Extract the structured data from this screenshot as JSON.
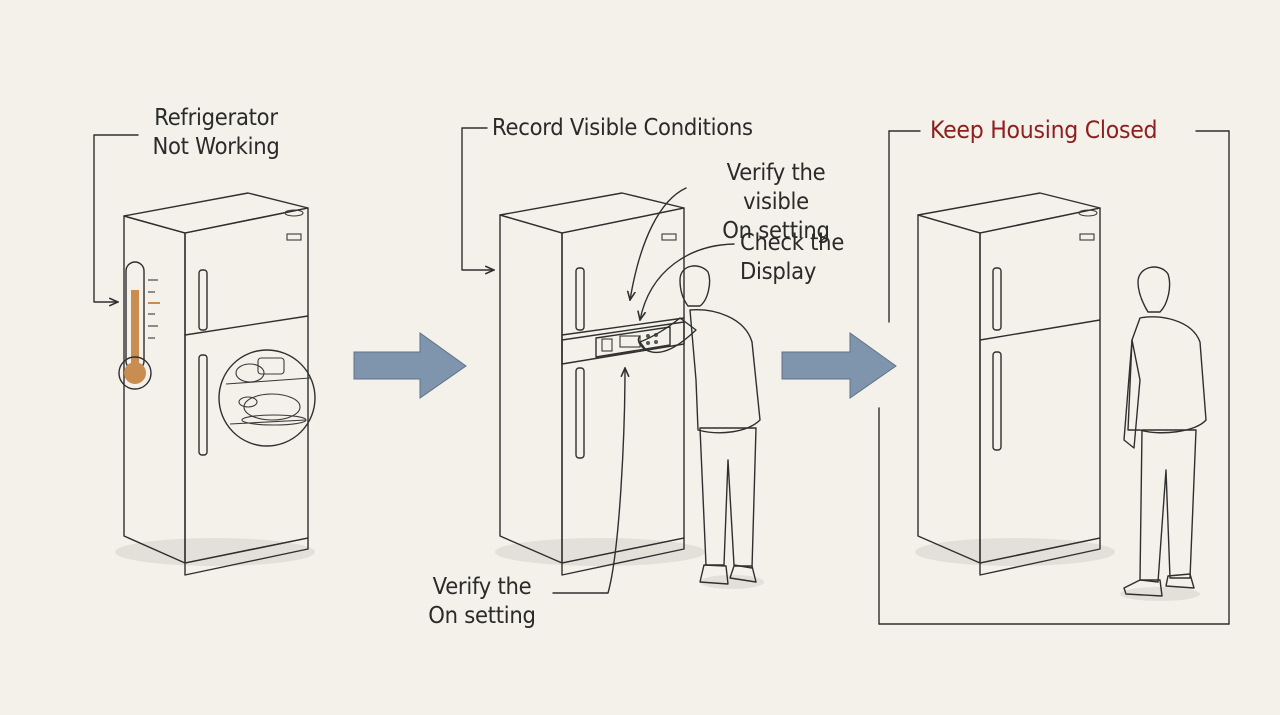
{
  "panels": [
    {
      "id": "step-1",
      "caption_lines": [
        "Refrigerator",
        "Not Working"
      ]
    },
    {
      "id": "step-2",
      "caption": "Record Visible Conditions",
      "callouts": {
        "visible_on_setting": [
          "Verify the visible",
          "On setting"
        ],
        "check_display": [
          "Check the",
          "Display"
        ],
        "on_setting": [
          "Verify the",
          "On setting"
        ]
      }
    },
    {
      "id": "step-3",
      "caption": "Keep Housing Closed",
      "caption_color": "#8e1f1f"
    }
  ],
  "colors": {
    "background": "#f3f1e9",
    "fridge_side": "#b7c3d2",
    "fridge_front": "#eef0f0",
    "arrow": "#7f95ad",
    "thermometer_fill": "#c98d52",
    "food_tint": "#d9a968",
    "accent_red": "#8e1f1f"
  },
  "icons": [
    "thermometer-icon",
    "food-inset-icon",
    "flow-arrow-icon",
    "person-icon",
    "control-panel-icon"
  ]
}
